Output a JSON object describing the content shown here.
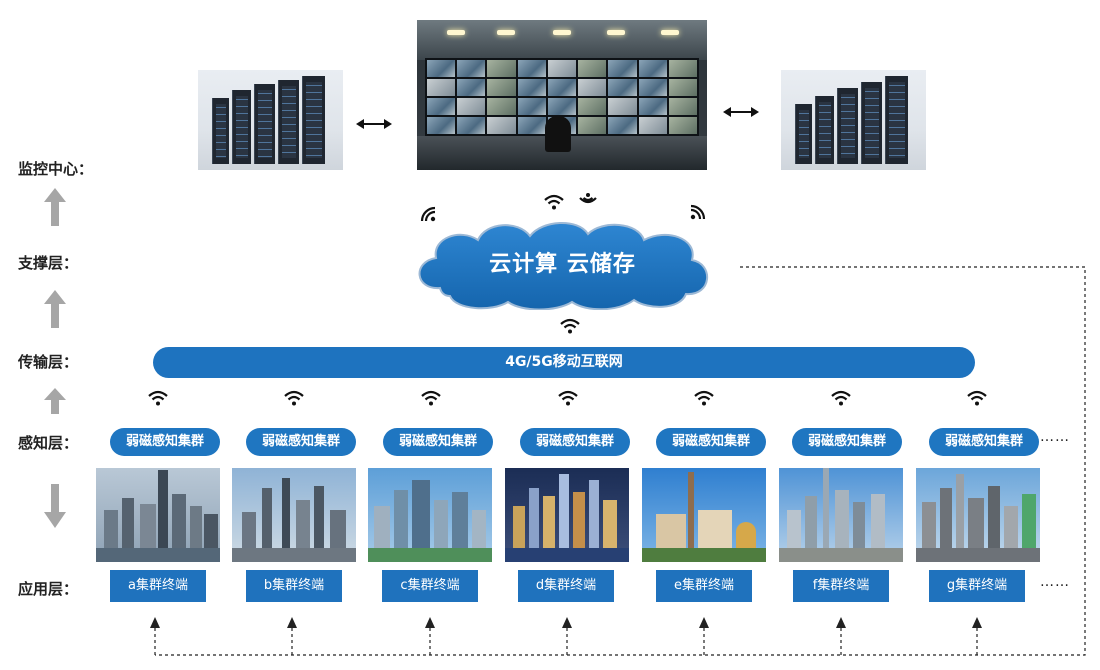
{
  "layers": {
    "monitoring": "监控中心：",
    "support": "支撑层：",
    "transport": "传输层：",
    "perception": "感知层：",
    "application": "应用层："
  },
  "cloud": {
    "label": "云计算 云储存"
  },
  "network": {
    "label": "4G/5G移动互联网"
  },
  "clusters": [
    "弱磁感知集群",
    "弱磁感知集群",
    "弱磁感知集群",
    "弱磁感知集群",
    "弱磁感知集群",
    "弱磁感知集群",
    "弱磁感知集群"
  ],
  "terminals": [
    "a集群终端",
    "b集群终端",
    "c集群终端",
    "d集群终端",
    "e集群终端",
    "f集群终端",
    "g集群终端"
  ],
  "ellipsis": "……",
  "colors": {
    "primary": "#1f72bd",
    "cloud": "#1f74c0",
    "arrow": "#a6a6a6"
  },
  "icons": [
    "wifi-icon",
    "double-arrow-icon",
    "up-arrow-icon",
    "down-arrow-icon"
  ]
}
